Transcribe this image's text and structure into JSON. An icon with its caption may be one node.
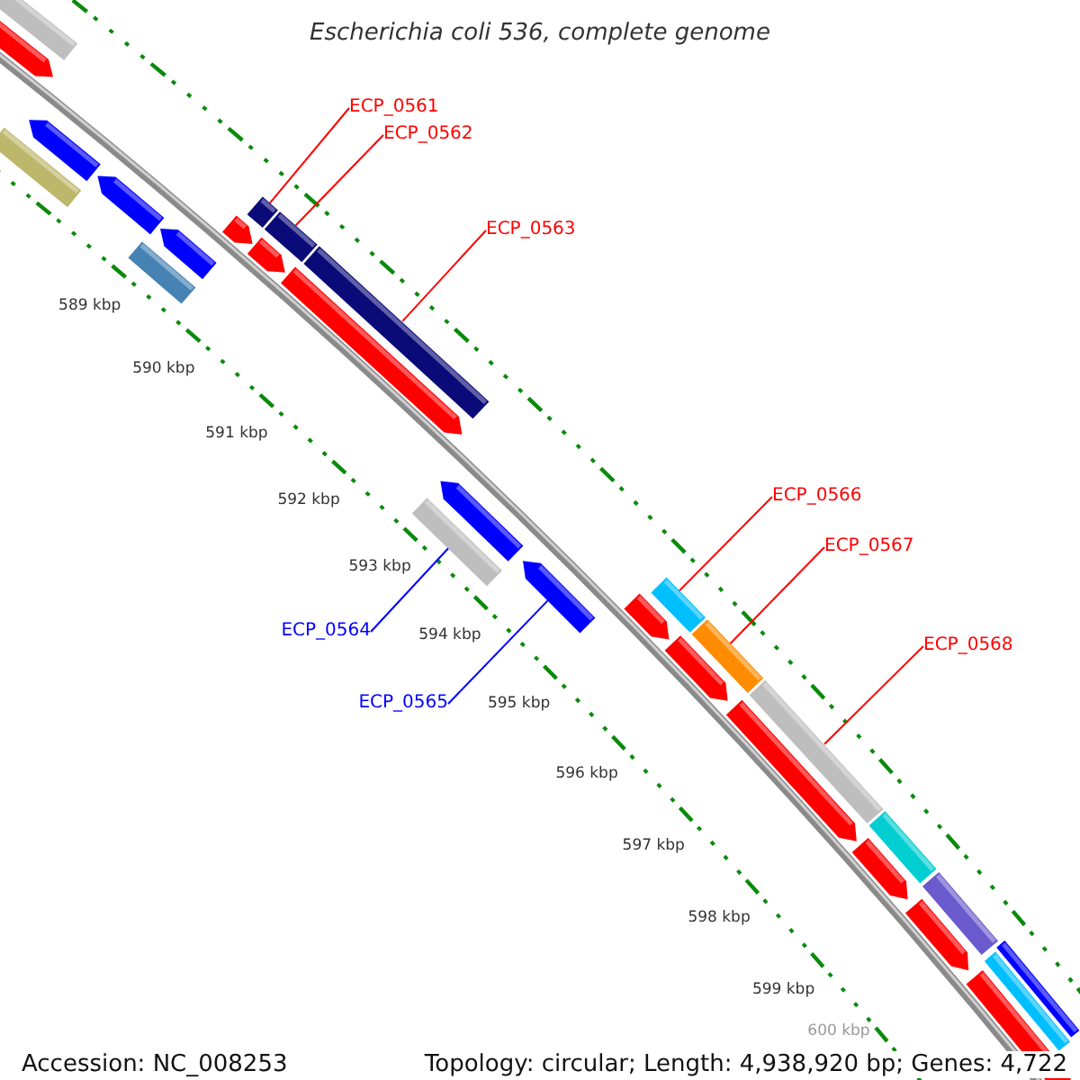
{
  "diagram": {
    "title": "Escherichia coli 536, complete genome",
    "nodes": [
      {
        "text": [
          "ECP_0561"
        ]
      },
      {
        "text": [
          "ECP_0562"
        ]
      },
      {
        "text": [
          "ECP_0563"
        ]
      },
      {
        "text": [
          "ECP_0564"
        ]
      },
      {
        "text": [
          "ECP_0565"
        ]
      },
      {
        "text": [
          "ECP_0566"
        ]
      },
      {
        "text": [
          "ECP_0567"
        ]
      },
      {
        "text": [
          "ECP_0568"
        ]
      },
      {
        "text": [],
        "shape": "bar"
      },
      {
        "text": [],
        "shape": "arrow"
      },
      {
        "text": [],
        "shape": "arrow"
      },
      {
        "text": [],
        "shape": "bar"
      },
      {
        "text": [],
        "shape": "arrow"
      },
      {
        "text": [],
        "shape": "arrow"
      },
      {
        "text": [],
        "shape": "bar"
      },
      {
        "text": [],
        "shape": "arrow"
      },
      {
        "text": [],
        "shape": "bar"
      },
      {
        "text": [],
        "shape": "bar"
      },
      {
        "text": [],
        "shape": "bar"
      },
      {
        "text": [],
        "shape": "arrow"
      },
      {
        "text": [],
        "shape": "arrow"
      },
      {
        "text": [],
        "shape": "bar"
      },
      {
        "text": [],
        "shape": "arrow"
      },
      {
        "text": [],
        "shape": "arrow"
      },
      {
        "text": [],
        "shape": "arrow"
      },
      {
        "text": [],
        "shape": "bar"
      },
      {
        "text": [],
        "shape": "bar"
      },
      {
        "text": [],
        "shape": "arrow"
      },
      {
        "text": [],
        "shape": "bar"
      },
      {
        "text": [],
        "shape": "arrow"
      },
      {
        "text": [],
        "shape": "bar"
      },
      {
        "text": [],
        "shape": "arrow"
      },
      {
        "text": [],
        "shape": "bar"
      },
      {
        "text": [],
        "shape": "arrow"
      },
      {
        "text": [],
        "shape": "bar"
      },
      {
        "text": [],
        "shape": "bar"
      },
      {
        "text": [],
        "shape": "arrow"
      }
    ],
    "edges": [
      {
        "from": 0,
        "to": 16,
        "arrow": "none"
      },
      {
        "from": 1,
        "to": 17,
        "arrow": "none"
      },
      {
        "from": 2,
        "to": 18,
        "arrow": "none"
      },
      {
        "from": 3,
        "to": 21,
        "arrow": "none",
        "color": "#0000ff"
      },
      {
        "from": 4,
        "to": 23,
        "arrow": "none",
        "color": "#0000ff"
      },
      {
        "from": 5,
        "to": 25,
        "arrow": "none"
      },
      {
        "from": 6,
        "to": 26,
        "arrow": "none"
      },
      {
        "from": 7,
        "to": 28,
        "arrow": "none"
      }
    ],
    "labels": [
      "589 kbp",
      "590 kbp",
      "591 kbp",
      "592 kbp",
      "593 kbp",
      "594 kbp",
      "595 kbp",
      "596 kbp",
      "597 kbp",
      "598 kbp",
      "599 kbp",
      "600 kbp",
      "Accession: NC_008253",
      "Topology: circular; Length: 4,938,920 bp; Genes: 4,722"
    ]
  }
}
